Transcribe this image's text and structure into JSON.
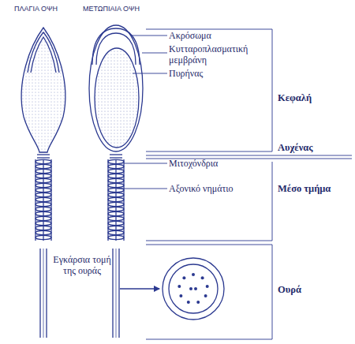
{
  "diagram": {
    "labels": [
      "ΠΛΑΓΙΑ ΟΨΗ",
      "ΜΕΤΩΠΙΑΙΑ ΟΨΗ",
      "Ακρόσωμα",
      "Κυτταροπλασματική μεμβράνη",
      "Πυρήνας",
      "Κεφαλή",
      "Αυχένας",
      "Μιτοχόνδρια",
      "Αξονικό νημάτιο",
      "Μέσο τμήμα",
      "Εγκάρσια τομή της ουράς",
      "Ουρά"
    ]
  }
}
